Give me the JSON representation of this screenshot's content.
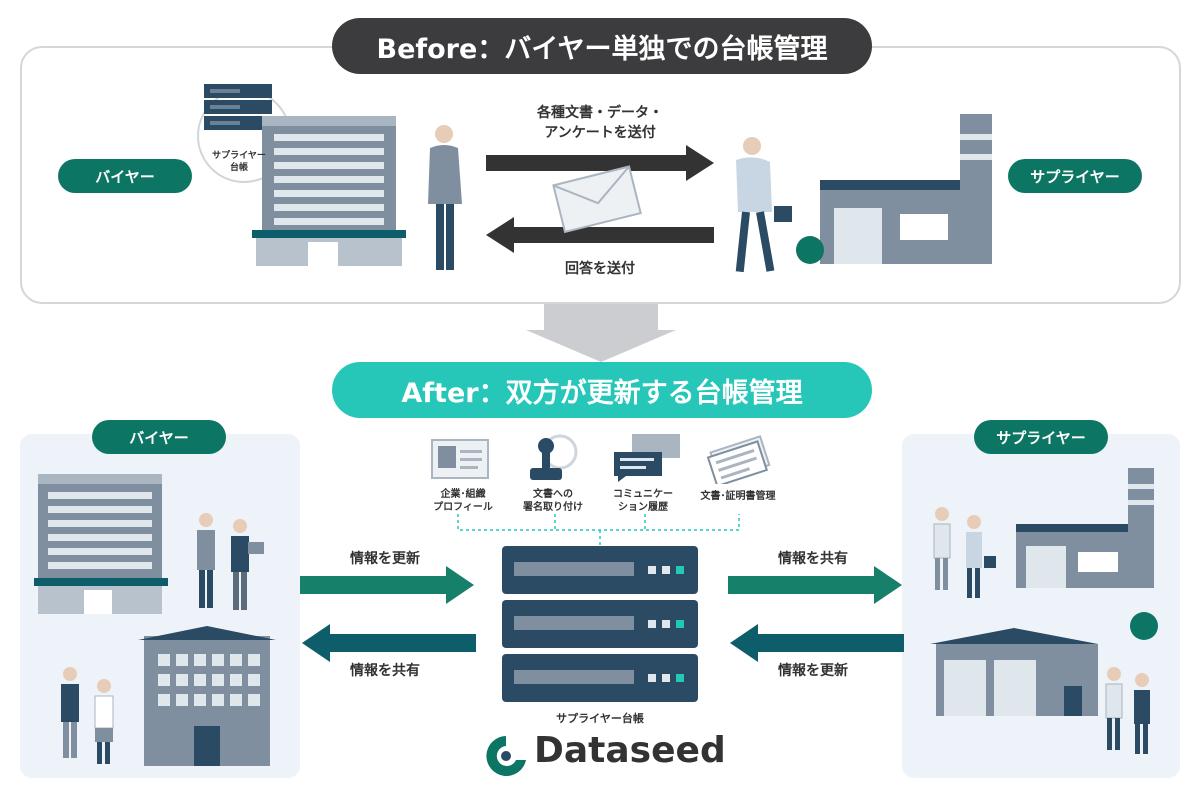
{
  "before": {
    "title": "Before：バイヤー単独での台帳管理",
    "buyer_label": "バイヤー",
    "supplier_label": "サプライヤー",
    "ledger_bubble": [
      "サプライヤー",
      "台帳"
    ],
    "send_label": [
      "各種文書・データ・",
      "アンケートを送付"
    ],
    "reply_label": "回答を送付"
  },
  "after": {
    "title": "After：双方が更新する台帳管理",
    "buyer_label": "バイヤー",
    "supplier_label": "サプライヤー",
    "features": [
      {
        "icon": "profile-card-icon",
        "lines": [
          "企業･組織",
          "プロフィール"
        ]
      },
      {
        "icon": "stamp-icon",
        "lines": [
          "文書への",
          "署名取り付け"
        ]
      },
      {
        "icon": "chat-bubbles-icon",
        "lines": [
          "コミュニケー",
          "ション履歴"
        ]
      },
      {
        "icon": "documents-icon",
        "lines": [
          "文書･証明書管理"
        ]
      }
    ],
    "left_top_arrow": "情報を更新",
    "left_bottom_arrow": "情報を共有",
    "right_top_arrow": "情報を共有",
    "right_bottom_arrow": "情報を更新",
    "server_label": "サプライヤー台帳",
    "brand": "Dataseed"
  },
  "colors": {
    "dark_pill": "#3c3c3f",
    "teal_pill": "#26c7b8",
    "green": "#0c7564",
    "arrow_green": "#16806b",
    "arrow_dark_teal": "#0e5d6b",
    "navy": "#2b4a63",
    "slate": "#7f8fa0"
  }
}
